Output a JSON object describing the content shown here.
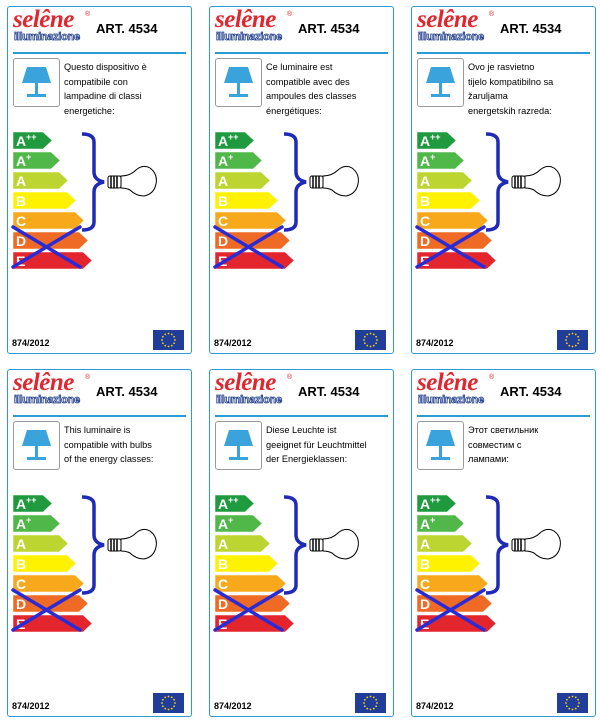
{
  "brand": {
    "name": "selêne",
    "registered": "®",
    "subtitle": "illuminazione"
  },
  "article": "ART. 4534",
  "regulation": "874/2012",
  "energy_classes": [
    "A++",
    "A+",
    "A",
    "B",
    "C",
    "D",
    "E"
  ],
  "class_colors": [
    "#1f9a3e",
    "#50b848",
    "#bcd530",
    "#fff200",
    "#f7a81b",
    "#ee6a25",
    "#e3262e"
  ],
  "crossed_classes": [
    "D",
    "E"
  ],
  "icons": {
    "lamp": "table-lamp-icon",
    "bulb": "light-bulb-icon",
    "eu": "eu-flag-icon"
  },
  "labels": [
    {
      "lang": "it",
      "statement": [
        "Questo dispositivo è",
        "compatibile con",
        "lampadine di classi",
        "energetiche:"
      ]
    },
    {
      "lang": "fr",
      "statement": [
        "Ce luminaire est",
        "compatible avec des",
        "ampoules des classes",
        "énergétiques:"
      ]
    },
    {
      "lang": "hr",
      "statement": [
        "Ovo je rasvietno",
        "tijelo kompatibilno sa",
        "žaruljama",
        "energetskih razreda:"
      ]
    },
    {
      "lang": "en",
      "statement": [
        "This luminaire is",
        "compatible with bulbs",
        "of the energy classes:"
      ]
    },
    {
      "lang": "de",
      "statement": [
        "Diese Leuchte ist",
        "geeignet für Leuchtmittel",
        "der Energieklassen:"
      ]
    },
    {
      "lang": "ru",
      "statement": [
        "Этот светильник",
        "совместим с",
        "лампами:"
      ]
    }
  ]
}
